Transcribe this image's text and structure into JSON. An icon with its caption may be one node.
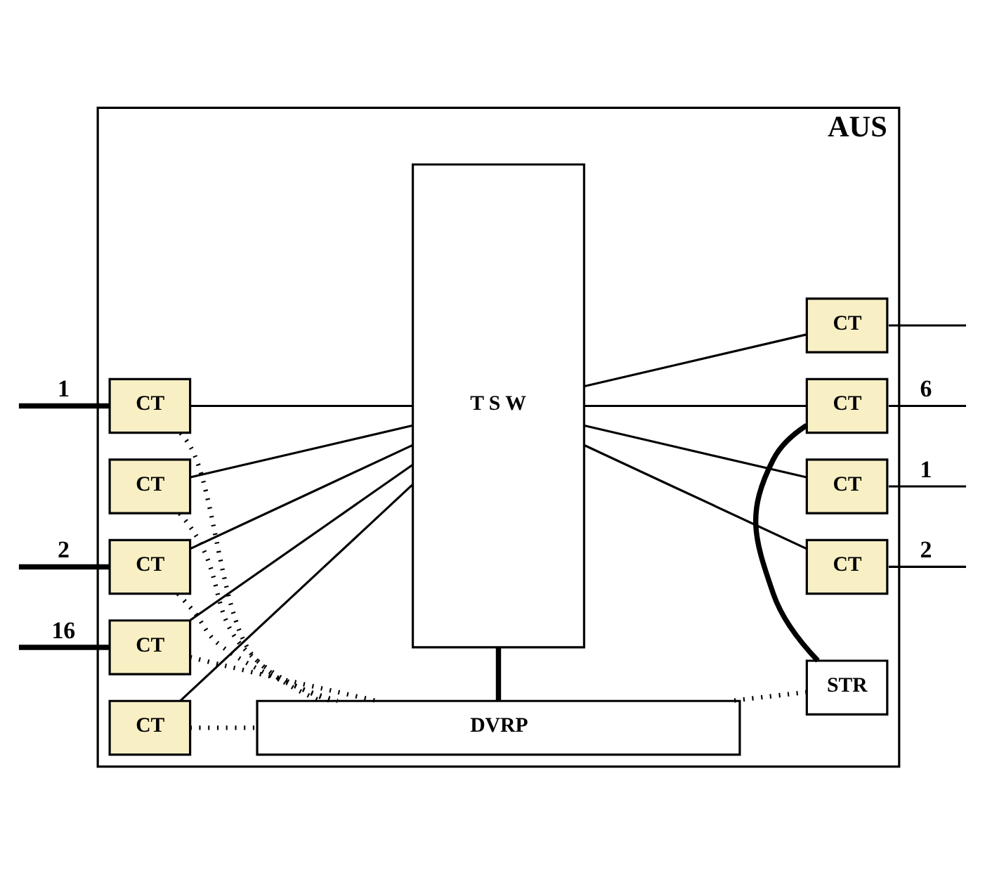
{
  "diagram": {
    "nodes": [
      {
        "text": [
          "AUS"
        ]
      },
      {
        "text": [
          "CT"
        ],
        "in": 0
      },
      {
        "text": [
          "CT"
        ],
        "in": 0
      },
      {
        "text": [
          "CT"
        ],
        "in": 0
      },
      {
        "text": [
          "CT"
        ],
        "in": 0
      },
      {
        "text": [
          "CT"
        ],
        "in": 0
      },
      {
        "text": [
          "T S W"
        ],
        "in": 0
      },
      {
        "text": [
          "CT"
        ],
        "in": 0
      },
      {
        "text": [
          "CT"
        ],
        "in": 0
      },
      {
        "text": [
          "CT"
        ],
        "in": 0
      },
      {
        "text": [
          "CT"
        ],
        "in": 0
      },
      {
        "text": [
          "STR"
        ],
        "in": 0
      },
      {
        "text": [
          "DVRP"
        ],
        "in": 0
      }
    ],
    "edges": [
      {
        "from": null,
        "to": 1,
        "arrow": "none",
        "label": "1",
        "style": "thick"
      },
      {
        "from": null,
        "to": 2,
        "arrow": "none",
        "label": "2",
        "style": "thick"
      },
      {
        "from": null,
        "to": 5,
        "arrow": "none",
        "label": "16",
        "style": "thick"
      },
      {
        "from": 1,
        "to": 6,
        "arrow": "none"
      },
      {
        "from": 2,
        "to": 6,
        "arrow": "none"
      },
      {
        "from": 3,
        "to": 6,
        "arrow": "none"
      },
      {
        "from": 4,
        "to": 6,
        "arrow": "none"
      },
      {
        "from": 5,
        "to": 6,
        "arrow": "none"
      },
      {
        "from": 6,
        "to": 7,
        "arrow": "none"
      },
      {
        "from": 6,
        "to": 8,
        "arrow": "none"
      },
      {
        "from": 6,
        "to": 9,
        "arrow": "none"
      },
      {
        "from": 6,
        "to": 10,
        "arrow": "none"
      },
      {
        "from": 7,
        "to": null,
        "arrow": "none",
        "label": "1"
      },
      {
        "from": 8,
        "to": null,
        "arrow": "none",
        "label": "2"
      },
      {
        "from": 9,
        "to": null,
        "arrow": "none"
      },
      {
        "from": 10,
        "to": null,
        "arrow": "none",
        "label": "6"
      },
      {
        "from": 10,
        "to": 11,
        "arrow": "none",
        "style": "thick"
      },
      {
        "from": 6,
        "to": 12,
        "arrow": "none",
        "style": "thick"
      },
      {
        "from": 1,
        "to": 12,
        "arrow": "none",
        "style": "dashed"
      },
      {
        "from": 2,
        "to": 12,
        "arrow": "none",
        "style": "dashed"
      },
      {
        "from": 3,
        "to": 12,
        "arrow": "none",
        "style": "dashed"
      },
      {
        "from": 4,
        "to": 12,
        "arrow": "none",
        "style": "dashed"
      },
      {
        "from": 5,
        "to": 12,
        "arrow": "none",
        "style": "dashed"
      },
      {
        "from": 11,
        "to": 12,
        "arrow": "none",
        "style": "dashed"
      }
    ]
  }
}
